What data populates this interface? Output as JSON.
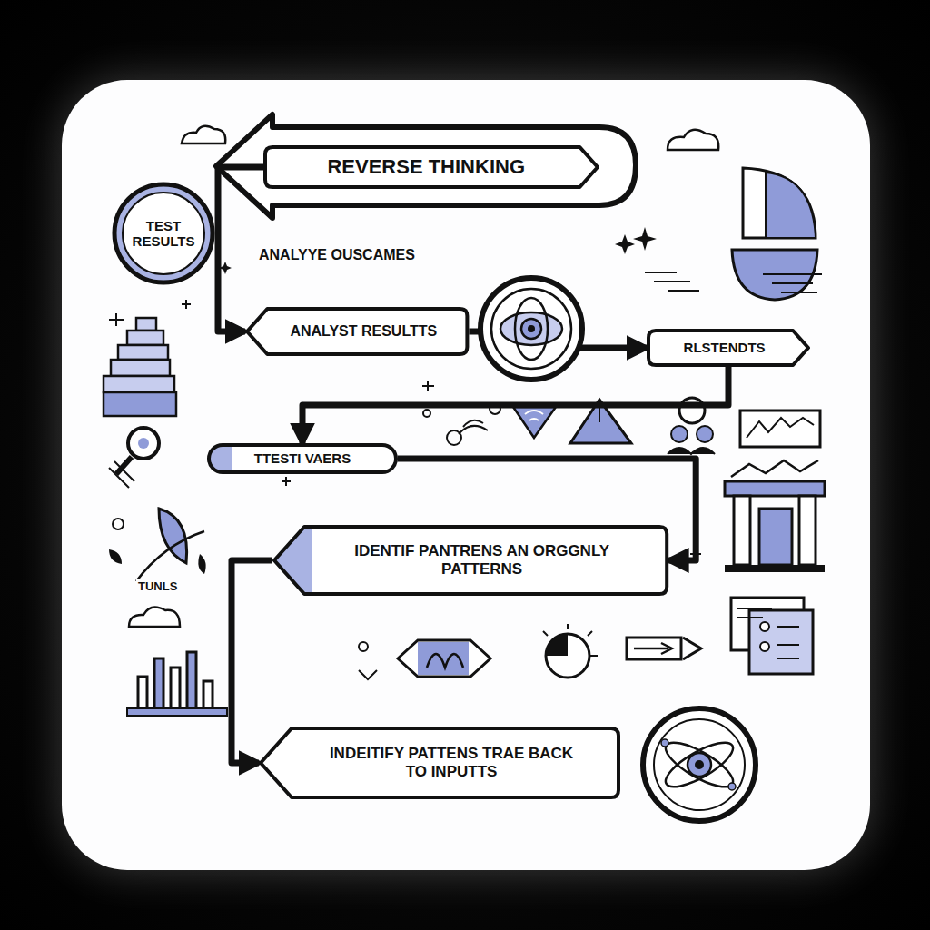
{
  "diagram": {
    "nodes": [
      {
        "text": [
          "REVERSE THINKING"
        ]
      },
      {
        "text": [
          "TEST RESULTS"
        ]
      },
      {
        "text": [
          "ANALYST RESULTTS"
        ]
      },
      {
        "text": [
          "RLSTENDTS"
        ]
      },
      {
        "text": [
          "TTESTI VAERS"
        ]
      },
      {
        "text": [
          "IDENTIF PANTRENS AN ORGGNLY PATTERNS"
        ]
      },
      {
        "text": [
          "INDEITIFY PATTENS TRAE BACK TO INPUTTS"
        ]
      }
    ],
    "edges": [
      {
        "from": 0,
        "to": 2,
        "arrow": "to"
      },
      {
        "from": 2,
        "to": 3,
        "arrow": "to"
      },
      {
        "from": 3,
        "to": 4,
        "arrow": "to"
      },
      {
        "from": 4,
        "to": 5,
        "arrow": "to"
      },
      {
        "from": 5,
        "to": 6,
        "arrow": "to"
      }
    ],
    "labels": [
      "ANALYYE OUSCAMES",
      "TUNLS"
    ]
  }
}
